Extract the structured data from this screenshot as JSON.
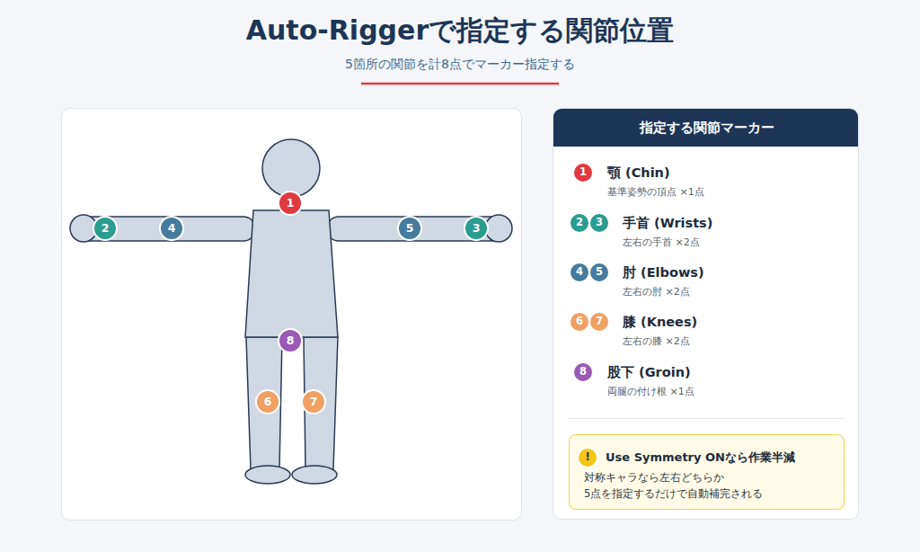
{
  "diagram": {
    "title": "Auto-Riggerで指定する関節位置",
    "caption": "5箇所の関節を計8点でマーカー指定する",
    "nodes": [
      {
        "text": [
          "1"
        ]
      },
      {
        "text": [
          "2"
        ]
      },
      {
        "text": [
          "3"
        ]
      },
      {
        "text": [
          "4"
        ]
      },
      {
        "text": [
          "5"
        ]
      },
      {
        "text": [
          "6"
        ]
      },
      {
        "text": [
          "7"
        ]
      },
      {
        "text": [
          "8"
        ]
      },
      {
        "text": [
          "指定する関節マーカー",
          "顎 (Chin)",
          "基準姿勢の頂点 ×1点",
          "手首 (Wrists)",
          "左右の手首 ×2点",
          "肘 (Elbows)",
          "左右の肘 ×2点",
          "膝 (Knees)",
          "左右の膝 ×2点",
          "股下 (Groin)",
          "両腿の付け根 ×1点"
        ]
      },
      {
        "text": [
          "1"
        ],
        "in": 8
      },
      {
        "text": [
          "2"
        ],
        "in": 8
      },
      {
        "text": [
          "3"
        ],
        "in": 8
      },
      {
        "text": [
          "4"
        ],
        "in": 8
      },
      {
        "text": [
          "5"
        ],
        "in": 8
      },
      {
        "text": [
          "6"
        ],
        "in": 8
      },
      {
        "text": [
          "7"
        ],
        "in": 8
      },
      {
        "text": [
          "8"
        ],
        "in": 8
      },
      {
        "text": [
          "Use Symmetry ONなら作業半減",
          "対称キャラなら左右どちらか 5点を指定するだけで自動補完される"
        ],
        "in": 8
      },
      {
        "text": [
          "!"
        ],
        "in": 17
      }
    ]
  }
}
